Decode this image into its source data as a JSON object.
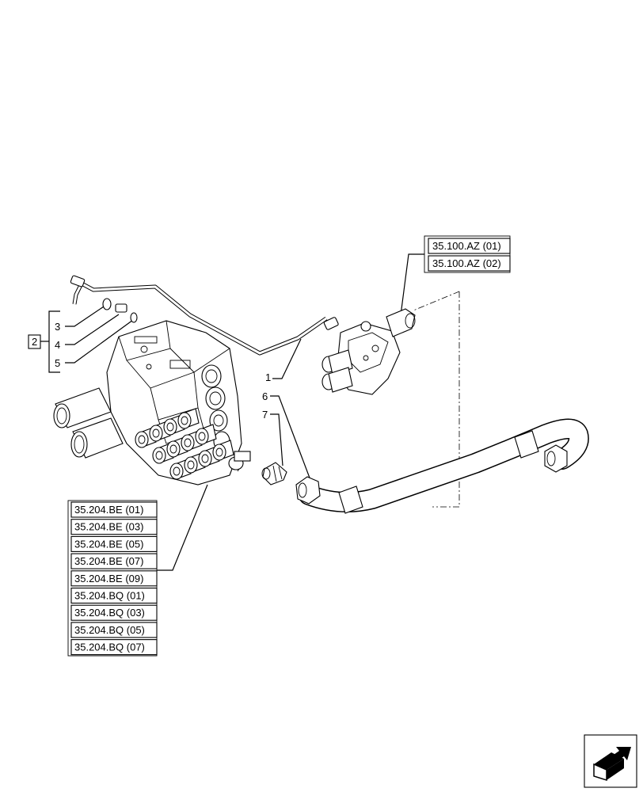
{
  "callouts": {
    "group_box": "2",
    "c3": "3",
    "c4": "4",
    "c5": "5",
    "c1": "1",
    "c6": "6",
    "c7": "7"
  },
  "refs_top": [
    "35.100.AZ (01)",
    "35.100.AZ (02)"
  ],
  "refs_bottom": [
    "35.204.BE (01)",
    "35.204.BE (03)",
    "35.204.BE (05)",
    "35.204.BE (07)",
    "35.204.BE (09)",
    "35.204.BQ (01)",
    "35.204.BQ (03)",
    "35.204.BQ (05)",
    "35.204.BQ (07)"
  ],
  "nav": {
    "icon": "next-page-arrow-icon"
  }
}
